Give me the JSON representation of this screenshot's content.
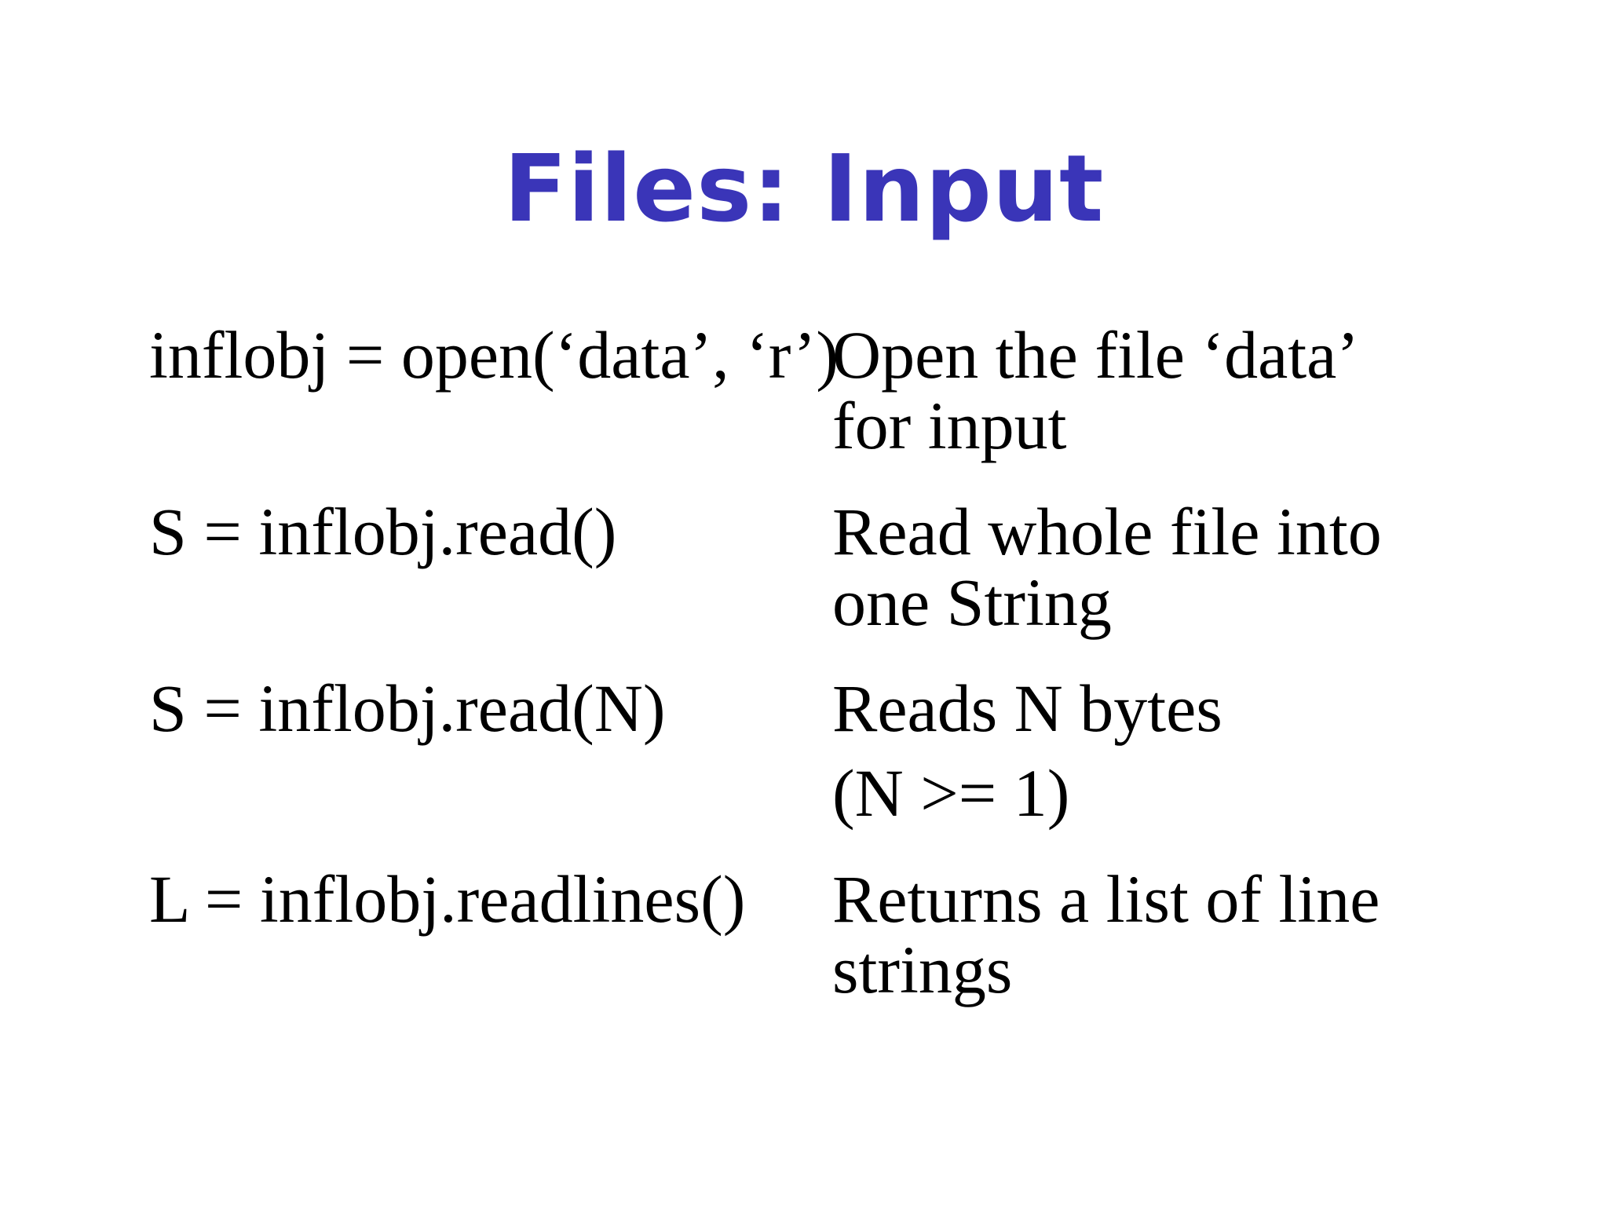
{
  "slide": {
    "title": "Files: Input",
    "colors": {
      "background": "#ffffff",
      "title_blue": "#3a35b8",
      "body_text": "#000000"
    },
    "rows": [
      {
        "code": "inflobj = open(‘data’, ‘r’)",
        "desc": "Open the file ‘data’ for input"
      },
      {
        "code": "S = inflobj.read()",
        "desc": "Read whole file into one String"
      },
      {
        "code": "S = inflobj.read(N)",
        "desc": "Reads N bytes",
        "desc_note": "(N >= 1)"
      },
      {
        "code": "L = inflobj.readlines()",
        "desc": "Returns a list of line strings"
      }
    ]
  }
}
